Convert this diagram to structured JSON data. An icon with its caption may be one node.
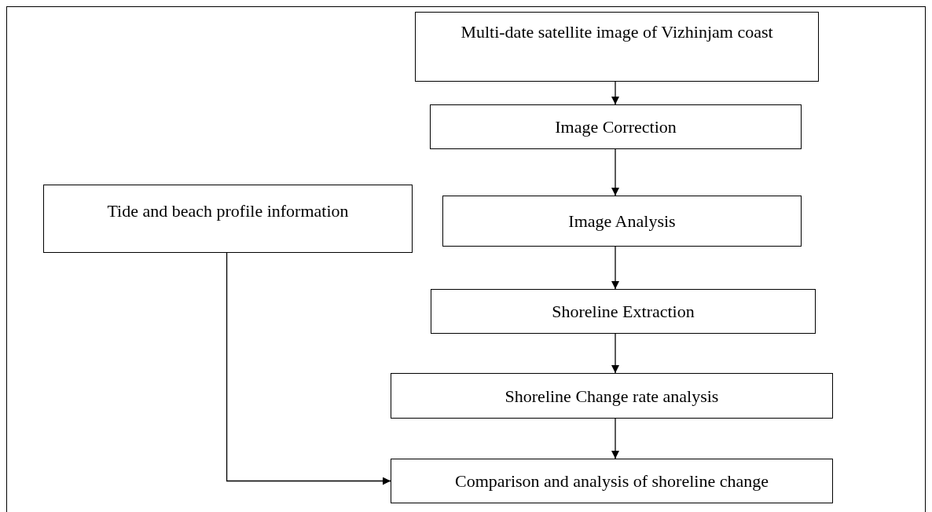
{
  "diagram": {
    "nodes": [
      {
        "text": [
          "Multi-date satellite image of Vizhinjam coast"
        ]
      },
      {
        "text": [
          "Image Correction"
        ]
      },
      {
        "text": [
          "Tide and beach profile information"
        ]
      },
      {
        "text": [
          "Image Analysis"
        ]
      },
      {
        "text": [
          "Shoreline Extraction"
        ]
      },
      {
        "text": [
          "Shoreline Change rate analysis"
        ]
      },
      {
        "text": [
          "Comparison and analysis of shoreline change"
        ]
      }
    ],
    "edges": [
      {
        "from": 0,
        "to": 1,
        "arrow": "to"
      },
      {
        "from": 1,
        "to": 3,
        "arrow": "to"
      },
      {
        "from": 3,
        "to": 4,
        "arrow": "to"
      },
      {
        "from": 4,
        "to": 5,
        "arrow": "to"
      },
      {
        "from": 5,
        "to": 6,
        "arrow": "to"
      },
      {
        "from": 2,
        "to": 6,
        "arrow": "to"
      }
    ]
  }
}
